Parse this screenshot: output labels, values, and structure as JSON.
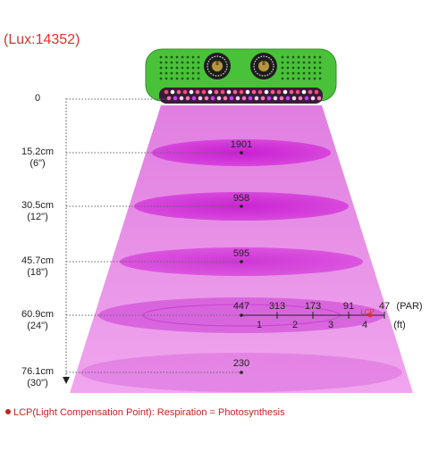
{
  "header": {
    "lux_label": "(Lux:14352)"
  },
  "heights": [
    {
      "cm": "0",
      "ft": ""
    },
    {
      "cm": "15.2cm",
      "ft": "(6\")"
    },
    {
      "cm": "30.5cm",
      "ft": "(12\")"
    },
    {
      "cm": "45.7cm",
      "ft": "(18\")"
    },
    {
      "cm": "60.9cm",
      "ft": "(24\")"
    },
    {
      "cm": "76.1cm",
      "ft": "(30\")"
    }
  ],
  "par_values": [
    "1901",
    "958",
    "595",
    "447",
    "230"
  ],
  "row24": {
    "values": [
      "447",
      "313",
      "173",
      "91",
      "47"
    ],
    "par_unit": "(PAR)",
    "distances": [
      "1",
      "2",
      "3",
      "4"
    ],
    "ft_unit": "(ft)",
    "lcp_tag": "LCP"
  },
  "footer": {
    "legend": "LCP(Light Compensation Point): Respiration = Photosynthesis"
  },
  "colors": {
    "lamp_green": "#49c23a",
    "beam": "#e98be6",
    "ellipse": "#cf2fd6",
    "accent_red": "#d8342c"
  },
  "icons": [
    "dimmer-knob-icon",
    "vent-holes-icon",
    "led-array-icon",
    "down-arrow-icon"
  ]
}
